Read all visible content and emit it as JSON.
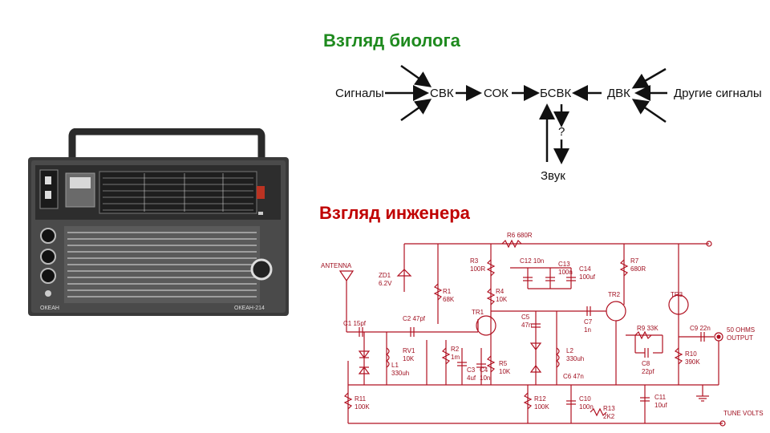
{
  "slide": {
    "title_biologist": "Взгляд биолога",
    "title_engineer": "Взгляд инженера"
  },
  "bio_diagram": {
    "signals": "Сигналы",
    "svk": "СВК",
    "sok": "СОК",
    "bsvk": "БСВК",
    "dvk": "ДВК",
    "other_signals": "Другие сигналы",
    "question": "?",
    "sound": "Звук"
  },
  "radio": {
    "brand_left": "ОКЕАН",
    "model": "ОКЕАН-214"
  },
  "schematic": {
    "labels": {
      "r6": "R6 680R",
      "antenna": "ANTENNA",
      "zd1": "ZD1",
      "zd1_v": "6.2V",
      "r3": "R3",
      "r3_v": "100R",
      "c12": "C12 10n",
      "c13": "C13",
      "c13_v": "100n",
      "c14": "C14",
      "c14_v": "100uf",
      "r7": "R7",
      "r7_v": "680R",
      "r1": "R1",
      "r1_v": "68K",
      "r4": "R4",
      "r4_v": "10K",
      "tr1": "TR1",
      "tr2": "TR2",
      "tr3": "TR3",
      "c1": "C1 15pf",
      "c2": "C2 47pf",
      "c5": "C5",
      "c5_v": "47n",
      "c7": "C7",
      "c7_v": "1n",
      "r9": "R9 33K",
      "c9": "C9 22n",
      "ohms": "50 OHMS",
      "output": "OUTPUT",
      "rv1": "RV1",
      "rv1_v": "10K",
      "r2": "R2",
      "r2_v": "1m",
      "l1": "L1",
      "l1_v": "330uh",
      "c3": "C3",
      "c3_v": "4uf",
      "c4": "C4",
      "c4_v": "10n",
      "r5": "R5",
      "r5_v": "10K",
      "l2": "L2",
      "l2_v": "330uh",
      "c6": "C6 47n",
      "c8": "C8",
      "c8_v": "22pf",
      "r10": "R10",
      "r10_v": "390K",
      "r11": "R11",
      "r11_v": "100K",
      "r12": "R12",
      "r12_v": "100K",
      "c10": "C10",
      "c10_v": "100n",
      "r13": "R13",
      "r13_v": "2K2",
      "c11": "C11",
      "c11_v": "10uf",
      "tune": "TUNE VOLTS"
    }
  }
}
